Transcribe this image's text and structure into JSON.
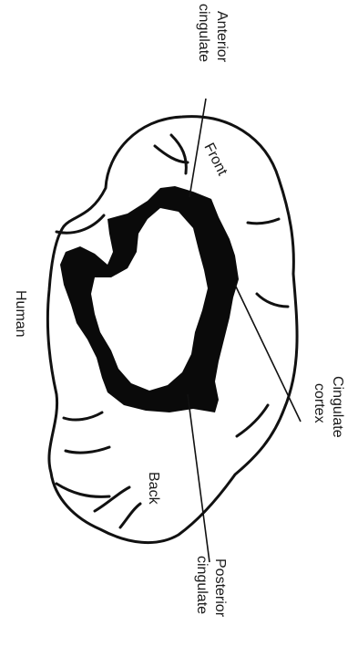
{
  "labels": {
    "anterior_line1": "Anterior",
    "anterior_line2": "cingulate",
    "front": "Front",
    "human": "Human",
    "cingulate_line1": "Cingulate",
    "cingulate_line2": "cortex",
    "back": "Back",
    "posterior_line1": "Posterior",
    "posterior_line2": "cingulate"
  },
  "colors": {
    "outline": "#111111",
    "cortex_fill": "#0a0a0a",
    "background": "#ffffff"
  }
}
